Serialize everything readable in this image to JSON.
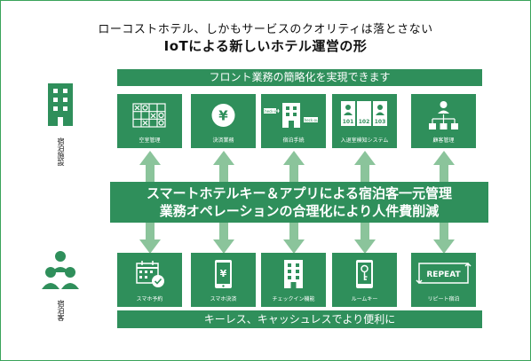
{
  "header": {
    "line1": "ローコストホテル、しかもサービスのクオリティは落とさない",
    "line2": "IoTによる新しいホテル運営の形"
  },
  "side": {
    "facility": "宿泊施設",
    "guests": "宿泊客"
  },
  "top_banner": "フロント業務の簡略化を実現できます",
  "top_tiles": [
    "空室管理",
    "決済業務",
    "宿泊手続",
    "入退室検知システム",
    "顧客管理"
  ],
  "tags": {
    "checkin": "Check-in",
    "checkout": "Check-out",
    "repeat": "REPEAT"
  },
  "rooms": [
    "101",
    "102",
    "103"
  ],
  "center": {
    "line1": "スマートホテルキー＆アプリによる宿泊客一元管理",
    "line2": "業務オペレーションの合理化により人件費削減"
  },
  "bottom_tiles": [
    "スマホ予約",
    "スマホ決済",
    "チェックイン機能",
    "ルームキー",
    "リピート宿泊"
  ],
  "bottom_banner": "キーレス、キャッシュレスでより便利に",
  "colors": {
    "primary_green": "#2f8f5b",
    "arrow_green": "#8bc49b"
  }
}
